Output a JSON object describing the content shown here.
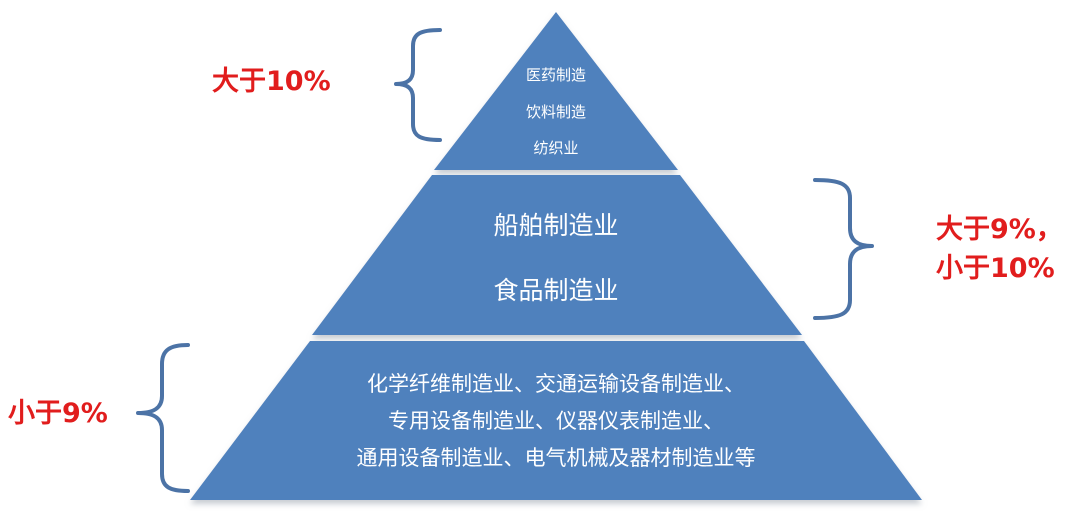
{
  "pyramid": {
    "top": {
      "items": [
        "医药制造",
        "饮料制造",
        "纺织业"
      ],
      "label": "大于10%"
    },
    "middle": {
      "items": [
        "船舶制造业",
        "食品制造业"
      ],
      "label_lines": [
        "大于9%，",
        "小于10%"
      ]
    },
    "bottom": {
      "items": [
        "化学纤维制造业、交通运输设备制造业、",
        "专用设备制造业、仪器仪表制造业、",
        "通用设备制造业、电气机械及器材制造业等"
      ],
      "label": "小于9%"
    }
  },
  "colors": {
    "tier_fill": "#4f81bd",
    "tier_shadow": "#c4c9d1",
    "label_red": "#e11d1d",
    "brace": "#4c73a6"
  }
}
